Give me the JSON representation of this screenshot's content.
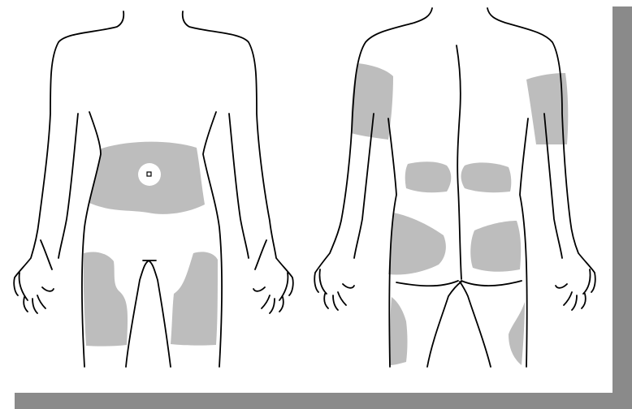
{
  "colors": {
    "background": "#ffffff",
    "outline": "#000000",
    "injection_site": "#bdbdbd",
    "navel_hole": "#ffffff",
    "shadow": "#8a8a8a"
  },
  "figures": [
    {
      "view": "front",
      "highlighted_areas": [
        "abdomen",
        "left-thigh",
        "right-thigh"
      ]
    },
    {
      "view": "back",
      "highlighted_areas": [
        "left-upper-arm",
        "right-upper-arm",
        "left-lower-back",
        "right-lower-back",
        "left-buttock",
        "right-buttock",
        "left-outer-thigh",
        "right-outer-thigh"
      ]
    }
  ]
}
